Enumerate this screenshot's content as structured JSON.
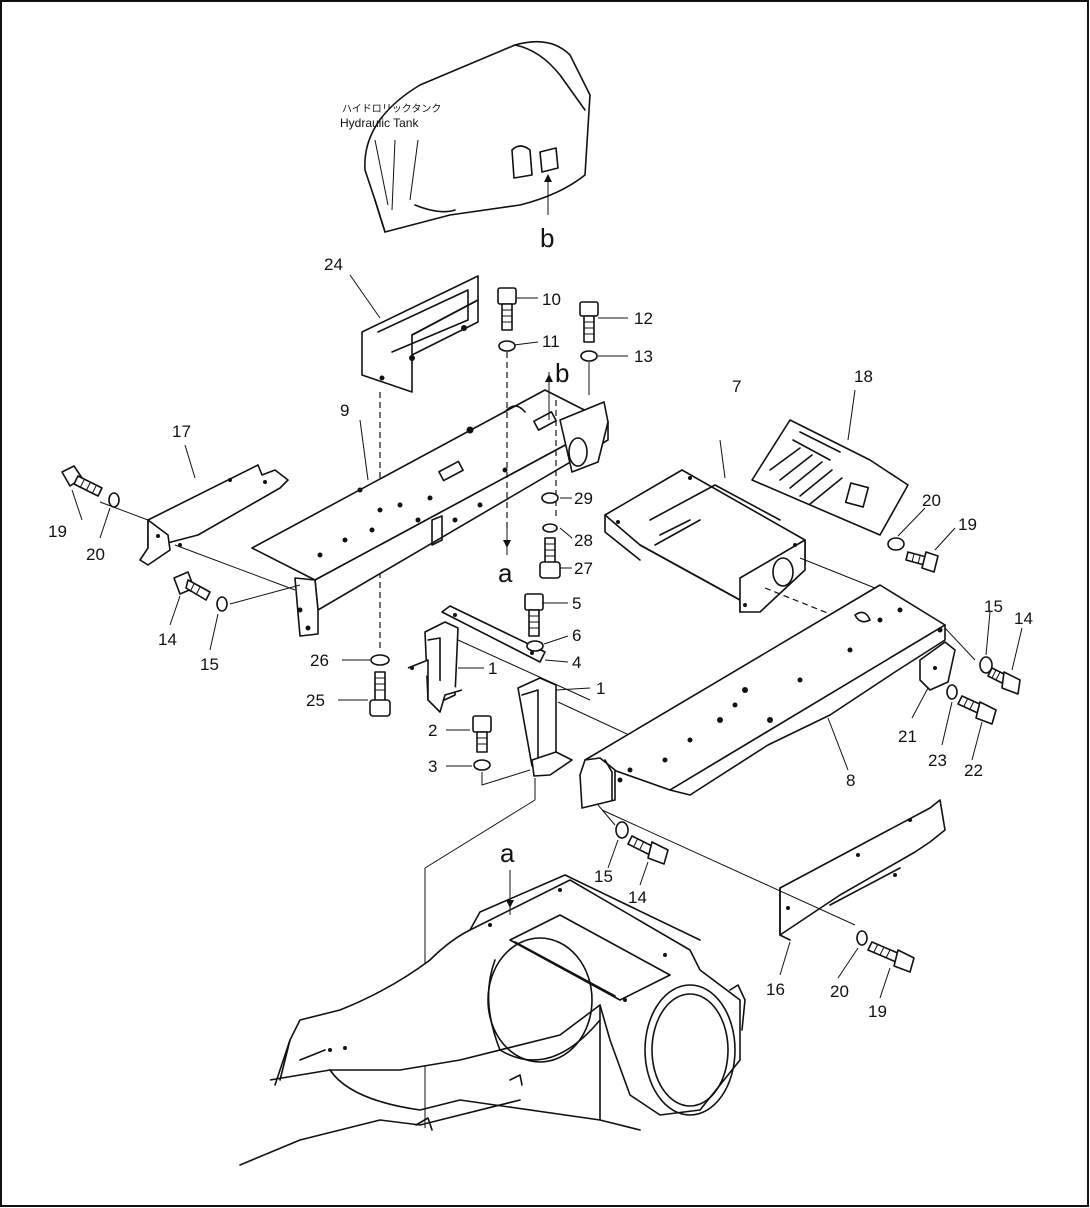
{
  "tank_label": {
    "japanese": "ハイドロリックタンク",
    "english": "Hydraulic  Tank"
  },
  "reference_marks": [
    "a",
    "b"
  ],
  "part_numbers": [
    "1",
    "2",
    "3",
    "4",
    "5",
    "6",
    "7",
    "8",
    "9",
    "10",
    "11",
    "12",
    "13",
    "14",
    "15",
    "16",
    "17",
    "18",
    "19",
    "20",
    "21",
    "22",
    "23",
    "24",
    "25",
    "26",
    "27",
    "28",
    "29"
  ]
}
